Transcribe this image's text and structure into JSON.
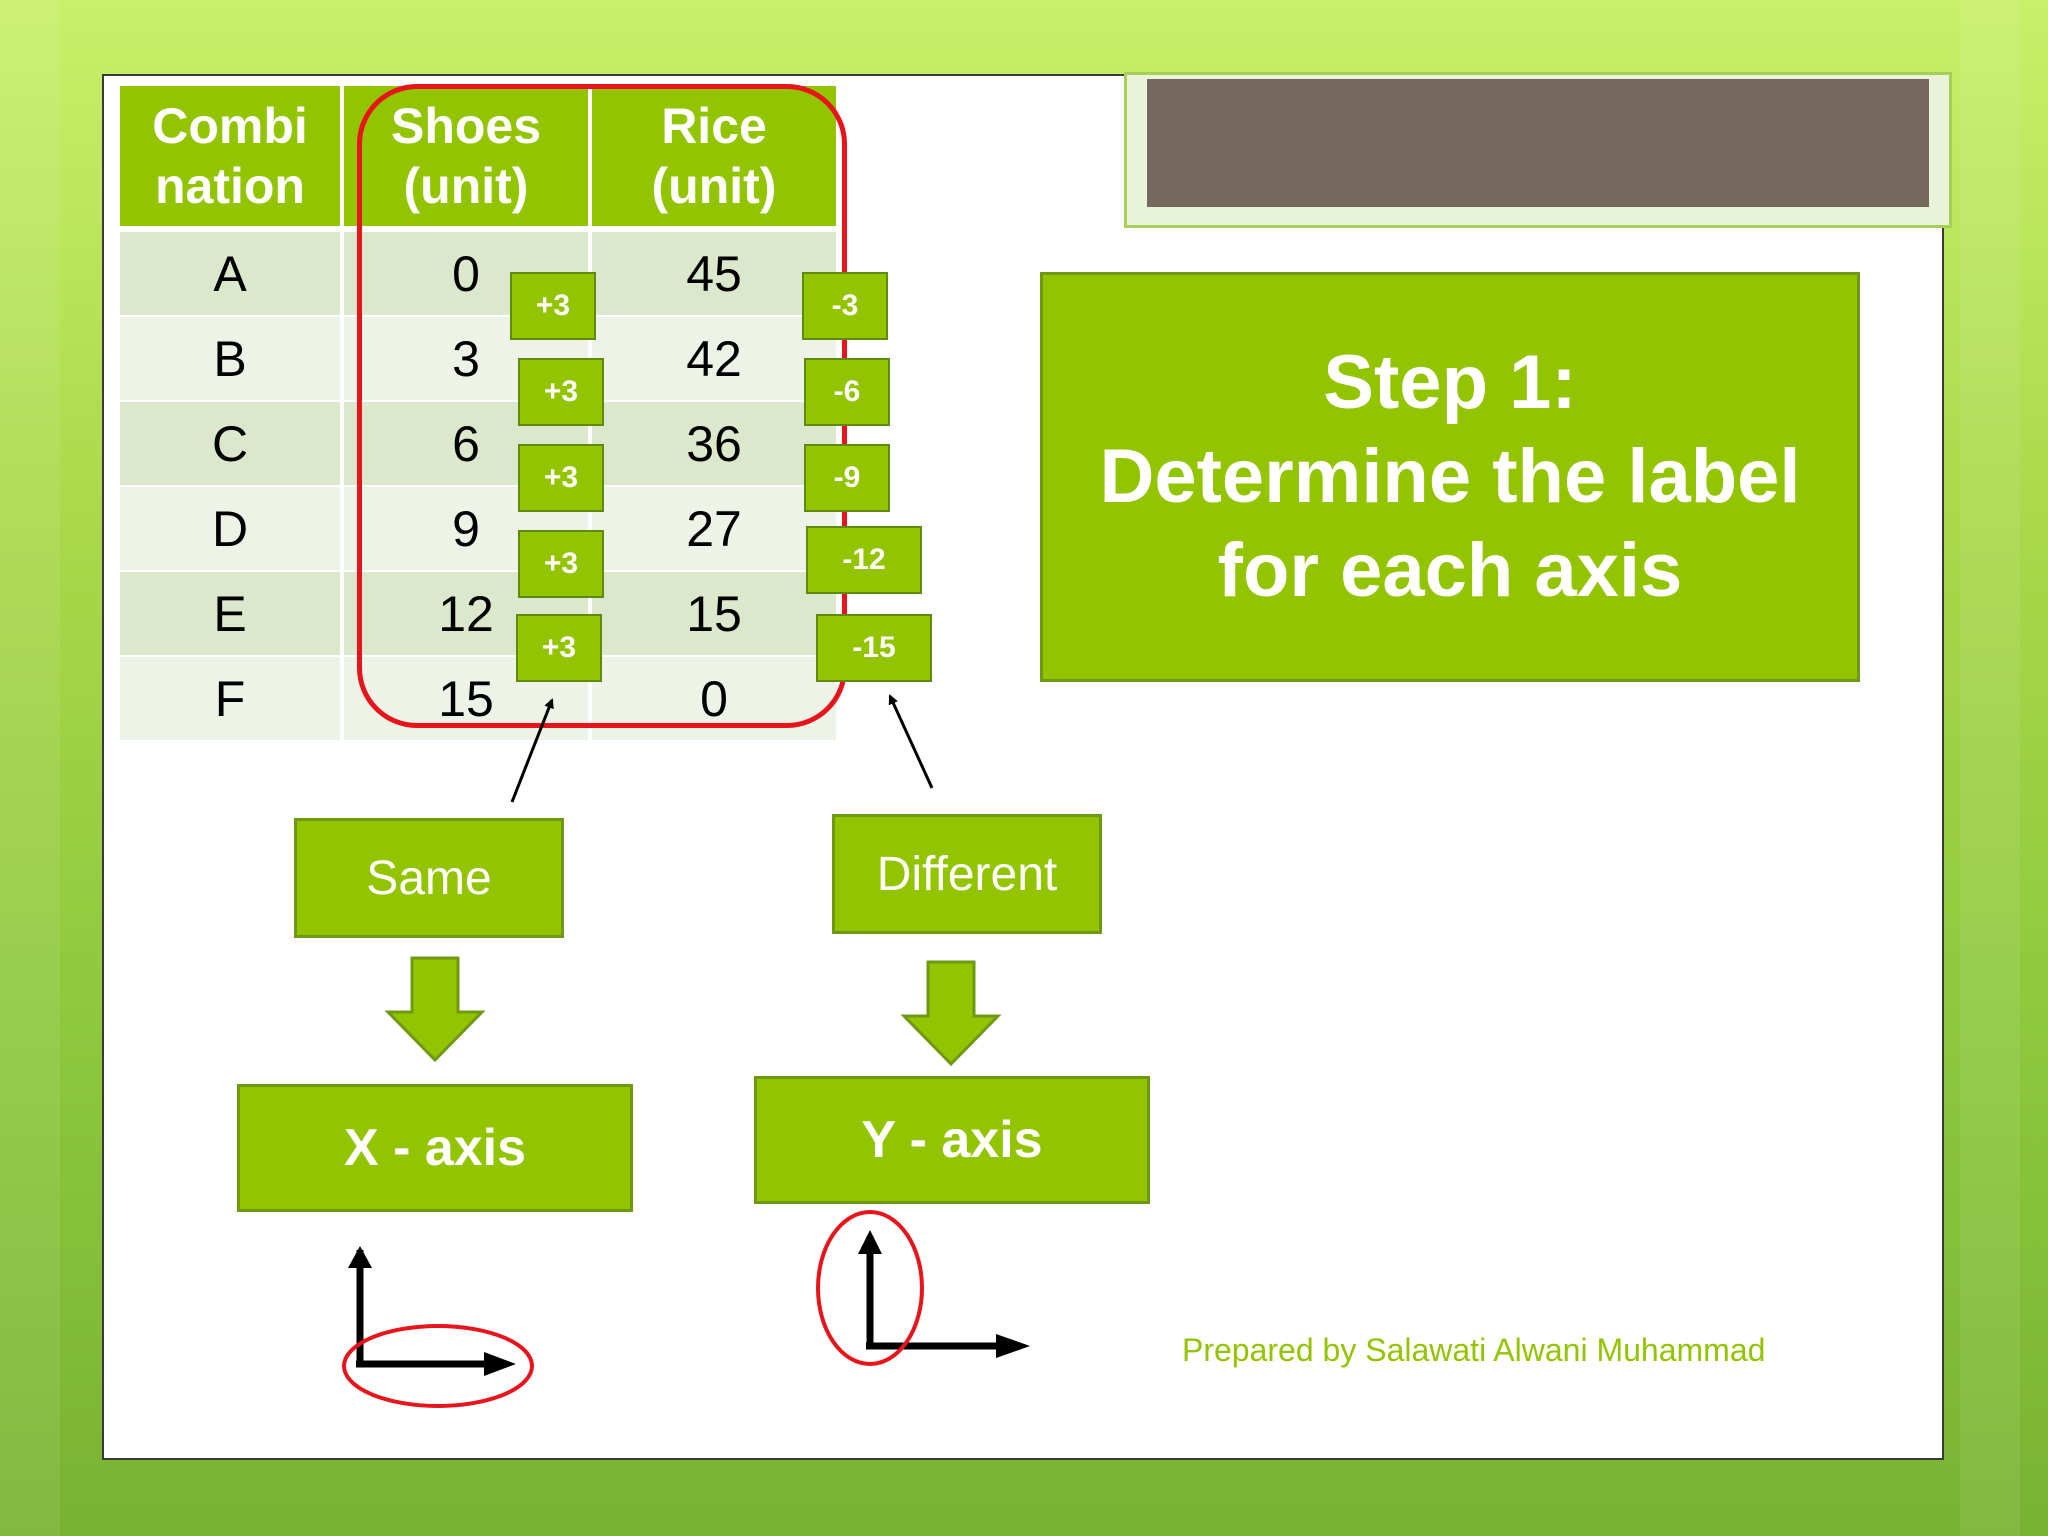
{
  "table": {
    "headers": [
      "Combi\nnation",
      "Shoes\n(unit)",
      "Rice\n(unit)"
    ],
    "rows": [
      {
        "combination": "A",
        "shoes": "0",
        "rice": "45"
      },
      {
        "combination": "B",
        "shoes": "3",
        "rice": "42"
      },
      {
        "combination": "C",
        "shoes": "6",
        "rice": "36"
      },
      {
        "combination": "D",
        "shoes": "9",
        "rice": "27"
      },
      {
        "combination": "E",
        "shoes": "12",
        "rice": "15"
      },
      {
        "combination": "F",
        "shoes": "15",
        "rice": "0"
      }
    ]
  },
  "shoes_changes": [
    "+3",
    "+3",
    "+3",
    "+3",
    "+3"
  ],
  "rice_changes": [
    "-3",
    "-6",
    "-9",
    "-12",
    "-15"
  ],
  "step": {
    "line1": "Step 1:",
    "line2": "Determine the label",
    "line3": "for each axis"
  },
  "flow": {
    "same_label": "Same",
    "different_label": "Different",
    "x_axis_label": "X - axis",
    "y_axis_label": "Y - axis"
  },
  "credit": "Prepared by Salawati Alwani Muhammad",
  "colors": {
    "accent_green": "#93c400",
    "highlight_red": "#e8141c",
    "title_bar": "#75685c"
  }
}
